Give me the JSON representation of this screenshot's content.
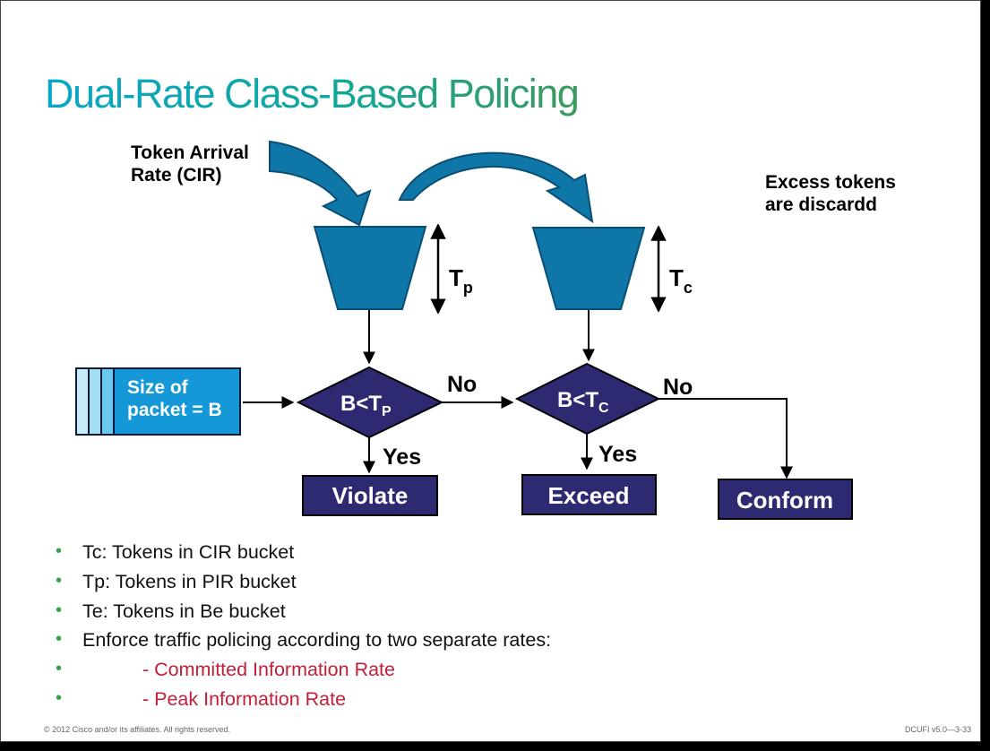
{
  "title": "Dual-Rate Class-Based Policing",
  "labels": {
    "token_arrival": [
      "Token Arrival",
      "Rate (CIR)"
    ],
    "excess_tokens": [
      "Excess tokens",
      "are discardd"
    ],
    "tp_main": "T",
    "tp_sub": "p",
    "tc_main": "T",
    "tc_sub": "c"
  },
  "packet": {
    "label_lines": [
      "Size of",
      "packet = B"
    ]
  },
  "decisions": [
    {
      "main": "B<T",
      "sub": "P",
      "no_label": "No",
      "yes_label": "Yes"
    },
    {
      "main": "B<T",
      "sub": "C",
      "no_label": "No",
      "yes_label": "Yes"
    }
  ],
  "outcomes": {
    "violate": "Violate",
    "exceed": "Exceed",
    "conform": "Conform"
  },
  "bullets": [
    {
      "text": "Tc: Tokens in CIR bucket",
      "sub": false
    },
    {
      "text": "Tp: Tokens in PIR bucket",
      "sub": false
    },
    {
      "text": "Te: Tokens in Be bucket",
      "sub": false
    },
    {
      "text": "Enforce traffic policing according to two separate rates:",
      "sub": false
    },
    {
      "text": "- Committed Information Rate",
      "sub": true
    },
    {
      "text": "- Peak Information Rate",
      "sub": true
    }
  ],
  "bullet_glyph": "•",
  "footer": {
    "copyright": "© 2012 Cisco and/or its affiliates. All rights reserved.",
    "course": "DCUFI v5.0—3-33"
  },
  "colors": {
    "bucket": "#0f77a8",
    "arrow": "#0f77a8",
    "diamond": "#2e2a72",
    "outcome_box": "#2e2a72",
    "packet_box": "#1598d8",
    "sub_bullet_text": "#c0203a",
    "bullet_dot": "#3aa04a"
  }
}
